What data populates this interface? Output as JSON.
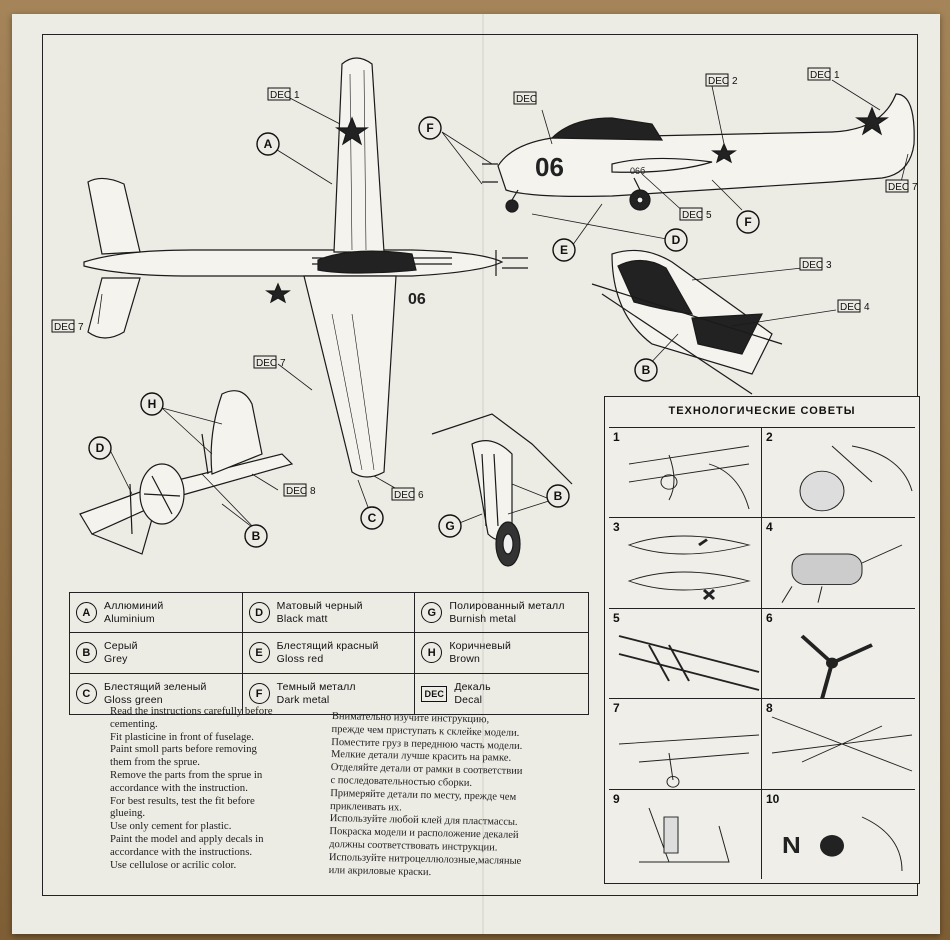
{
  "dec_label": "DEC",
  "callouts": {
    "A": "A",
    "B": "B",
    "C": "C",
    "D": "D",
    "E": "E",
    "F": "F",
    "G": "G",
    "H": "H",
    "dec_1": "1",
    "dec_2": "2",
    "dec_3": "3",
    "dec_4": "4",
    "dec_5": "5",
    "dec_6": "6",
    "dec_7": "7",
    "dec_8": "8"
  },
  "aircraft_number": "06",
  "aircraft_number_small": "06б",
  "paints": [
    {
      "key": "A",
      "ru": "Аллюминий",
      "en": "Aluminium"
    },
    {
      "key": "D",
      "ru": "Матовый черный",
      "en": "Black matt"
    },
    {
      "key": "G",
      "ru": "Полированный металл",
      "en": "Burnish metal"
    },
    {
      "key": "B",
      "ru": "Серый",
      "en": "Grey"
    },
    {
      "key": "E",
      "ru": "Блестящий красный",
      "en": "Gloss red"
    },
    {
      "key": "H",
      "ru": "Коричневый",
      "en": "Brown"
    },
    {
      "key": "C",
      "ru": "Блестящий зеленый",
      "en": "Gloss green"
    },
    {
      "key": "F",
      "ru": "Темный металл",
      "en": "Dark metal"
    },
    {
      "key": "DEC",
      "ru": "Декаль",
      "en": "Decal"
    }
  ],
  "instructions_en": [
    "Read the instructions carefully before",
    "cementing.",
    "Fit plasticine in front of fuselage.",
    "Paint smoll parts before removing",
    "them from the sprue.",
    "Remove the parts from the sprue in",
    "accordance with the instruction.",
    "For best results, test the fit before",
    "glueing.",
    "Use only cement for plastic.",
    "Paint the model and apply decals in",
    "accordance with the instructions.",
    "Use cellulose or acrilic color."
  ],
  "instructions_ru": [
    "Внимательно изучите инструкцию,",
    "прежде чем приступать к склейке модели.",
    "Поместите груз в переднюю часть модели.",
    "Мелкие детали лучше красить на рамке.",
    "Отделяйте детали от рамки в соответствии",
    "с последовательностью сборки.",
    "Примеряйте детали по месту, прежде чем",
    "приклеивать их.",
    "Используйте любой клей для пластмассы.",
    "Покраска модели и расположение декалей",
    "должны соответствовать инструкции.",
    "Используйте нитроцеллюлозные,масляные",
    "или акриловые краски."
  ],
  "tips": {
    "title": "ТЕХНОЛОГИЧЕСКИЕ СОВЕТЫ",
    "steps": [
      "1",
      "2",
      "3",
      "4",
      "5",
      "6",
      "7",
      "8",
      "9",
      "10"
    ]
  },
  "colors": {
    "paper": "#ecebe4",
    "ink": "#111111",
    "board": "#8a6a3c"
  }
}
